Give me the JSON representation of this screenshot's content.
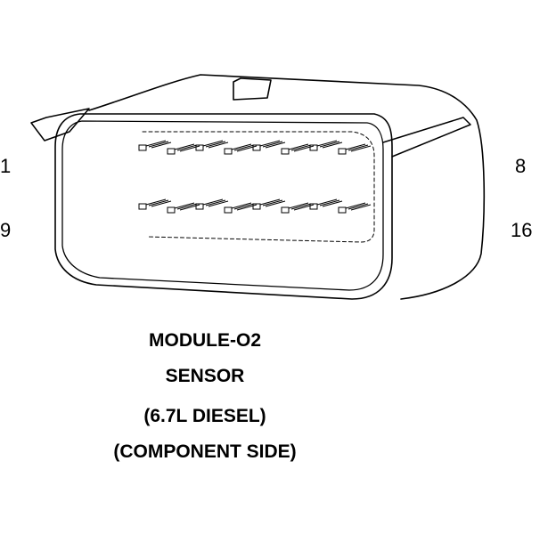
{
  "pin_labels": {
    "top_left": "1",
    "top_right": "8",
    "bottom_left": "9",
    "bottom_right": "16"
  },
  "caption": {
    "line1": "MODULE-O2",
    "line2": "SENSOR",
    "line3": "(6.7L DIESEL)",
    "line4": "(COMPONENT SIDE)"
  },
  "colors": {
    "ink": "#000000",
    "background": "#ffffff"
  },
  "connector": {
    "rows": 2,
    "pins_per_row": 8
  }
}
